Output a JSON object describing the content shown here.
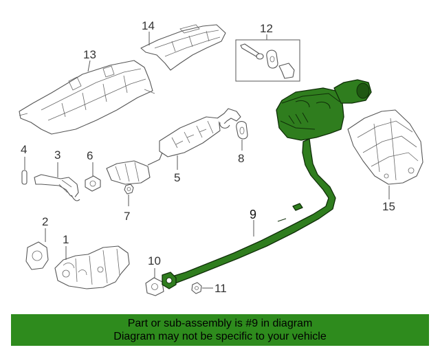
{
  "diagram": {
    "callouts": [
      "1",
      "2",
      "3",
      "4",
      "5",
      "6",
      "7",
      "8",
      "9",
      "10",
      "11",
      "12",
      "13",
      "14",
      "15"
    ],
    "highlighted_part": "9",
    "highlight_color": "#2e8b1d"
  },
  "banner": {
    "line1": "Part or sub-assembly is #9 in diagram",
    "line2": "Diagram may not be specific to your vehicle",
    "background": "#2e8b1d"
  }
}
